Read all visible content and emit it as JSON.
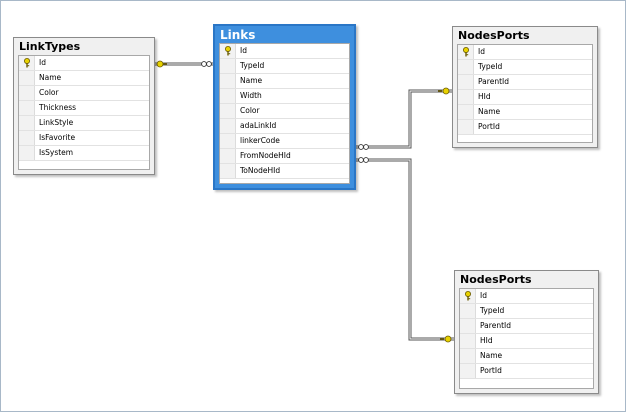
{
  "tables": {
    "linktypes": {
      "title": "LinkTypes",
      "columns": [
        "Id",
        "Name",
        "Color",
        "Thickness",
        "LinkStyle",
        "IsFavorite",
        "IsSystem"
      ]
    },
    "links": {
      "title": "Links",
      "columns": [
        "Id",
        "TypeId",
        "Name",
        "Width",
        "Color",
        "adaLinkId",
        "linkerCode",
        "FromNodeHId",
        "ToNodeHId"
      ]
    },
    "nodesports_1": {
      "title": "NodesPorts",
      "columns": [
        "Id",
        "TypeId",
        "ParentId",
        "HId",
        "Name",
        "PortId"
      ]
    },
    "nodesports_2": {
      "title": "NodesPorts",
      "columns": [
        "Id",
        "TypeId",
        "ParentId",
        "HId",
        "Name",
        "PortId"
      ]
    }
  },
  "primary_key_column": "Id",
  "colors": {
    "selected_table": "#3e8fde",
    "key_icon": "#e8d200",
    "line": "#555555"
  }
}
